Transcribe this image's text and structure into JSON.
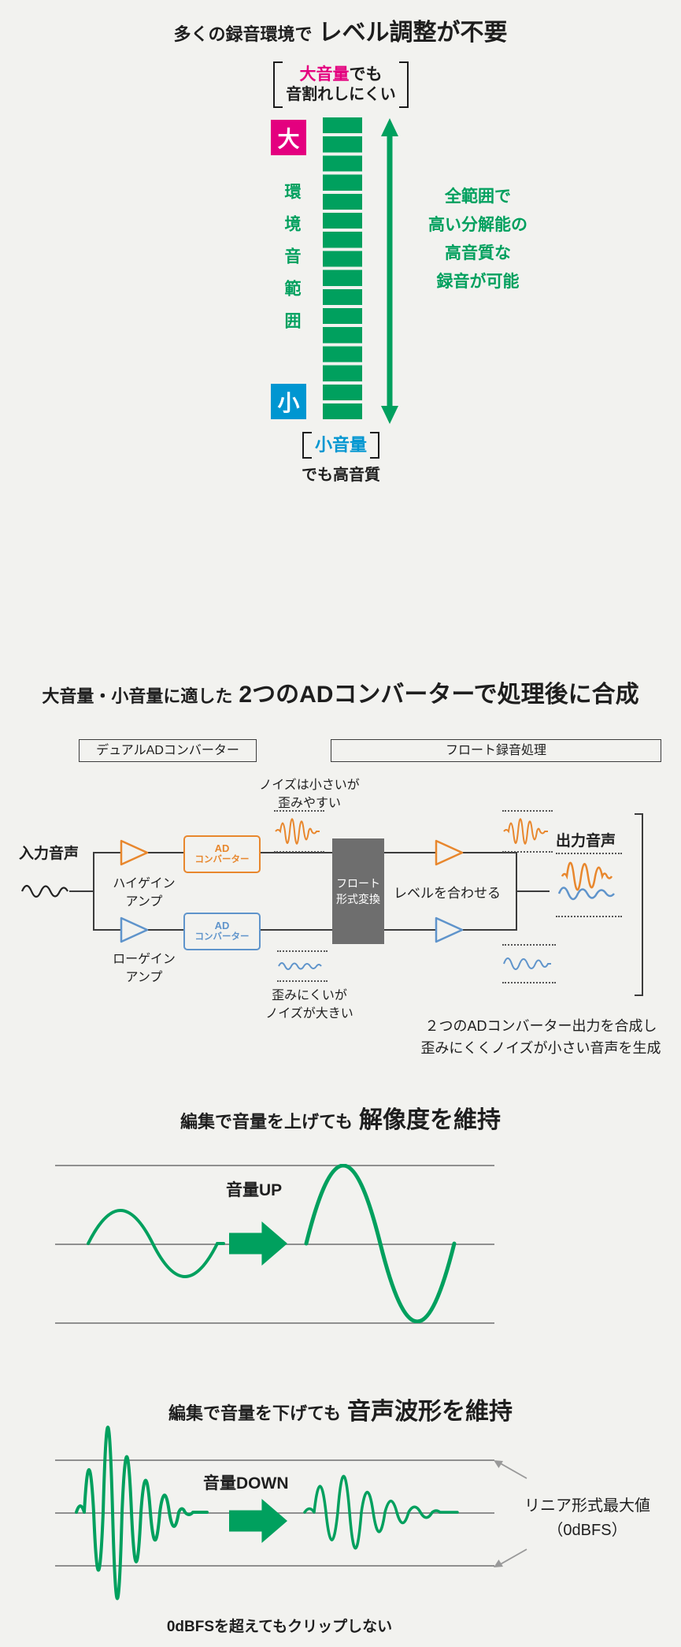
{
  "colors": {
    "background": "#f2f2ef",
    "green": "#00a05e",
    "magenta": "#e4007f",
    "blue": "#0096d1",
    "orange": "#e8872d",
    "diagram_blue": "#5f94cb",
    "float_box_gray": "#6e6e6e",
    "line_dark": "#3c3c3c",
    "line_gray": "#8f8f8f"
  },
  "section1": {
    "title_small": "多くの録音環境で",
    "title_large": "レベル調整が不要",
    "top_bracket": {
      "accent": "大音量",
      "rest": "でも",
      "line2": "音割れしにくい"
    },
    "bar_top": "大",
    "bar_bottom": "小",
    "bar_side": "環境音範囲",
    "arrow_lines": [
      "全範囲で",
      "高い分解能の",
      "高音質な",
      "録音が可能"
    ],
    "bottom_bracket": {
      "line1": "小音量",
      "line2": "でも高音質"
    }
  },
  "section2": {
    "title_small": "大音量・小音量に適した",
    "title_large": "2つのADコンバーターで処理後に合成",
    "header_dual": "デュアルADコンバーター",
    "header_float": "フロート録音処理",
    "noise_top": [
      "ノイズは小さいが",
      "歪みやすい"
    ],
    "noise_bottom": [
      "歪みにくいが",
      "ノイズが大きい"
    ],
    "input_label": "入力音声",
    "output_label": "出力音声",
    "high_gain": [
      "ハイゲイン",
      "アンプ"
    ],
    "low_gain": [
      "ローゲイン",
      "アンプ"
    ],
    "ad_converter": [
      "AD",
      "コンバーター"
    ],
    "float_box": [
      "フロート",
      "形式変換"
    ],
    "level_match": "レベルを合わせる",
    "caption": [
      "２つのADコンバーター出力を合成し",
      "歪みにくくノイズが小さい音声を生成"
    ]
  },
  "section3": {
    "title_small": "編集で音量を上げても",
    "title_large": "解像度を維持",
    "arrow_label": "音量UP"
  },
  "section4": {
    "title_small": "編集で音量を下げても",
    "title_large": "音声波形を維持",
    "arrow_label": "音量DOWN",
    "limit_lines": [
      "リニア形式最大値",
      "（0dBFS）"
    ],
    "caption": "0dBFSを超えてもクリップしない"
  }
}
